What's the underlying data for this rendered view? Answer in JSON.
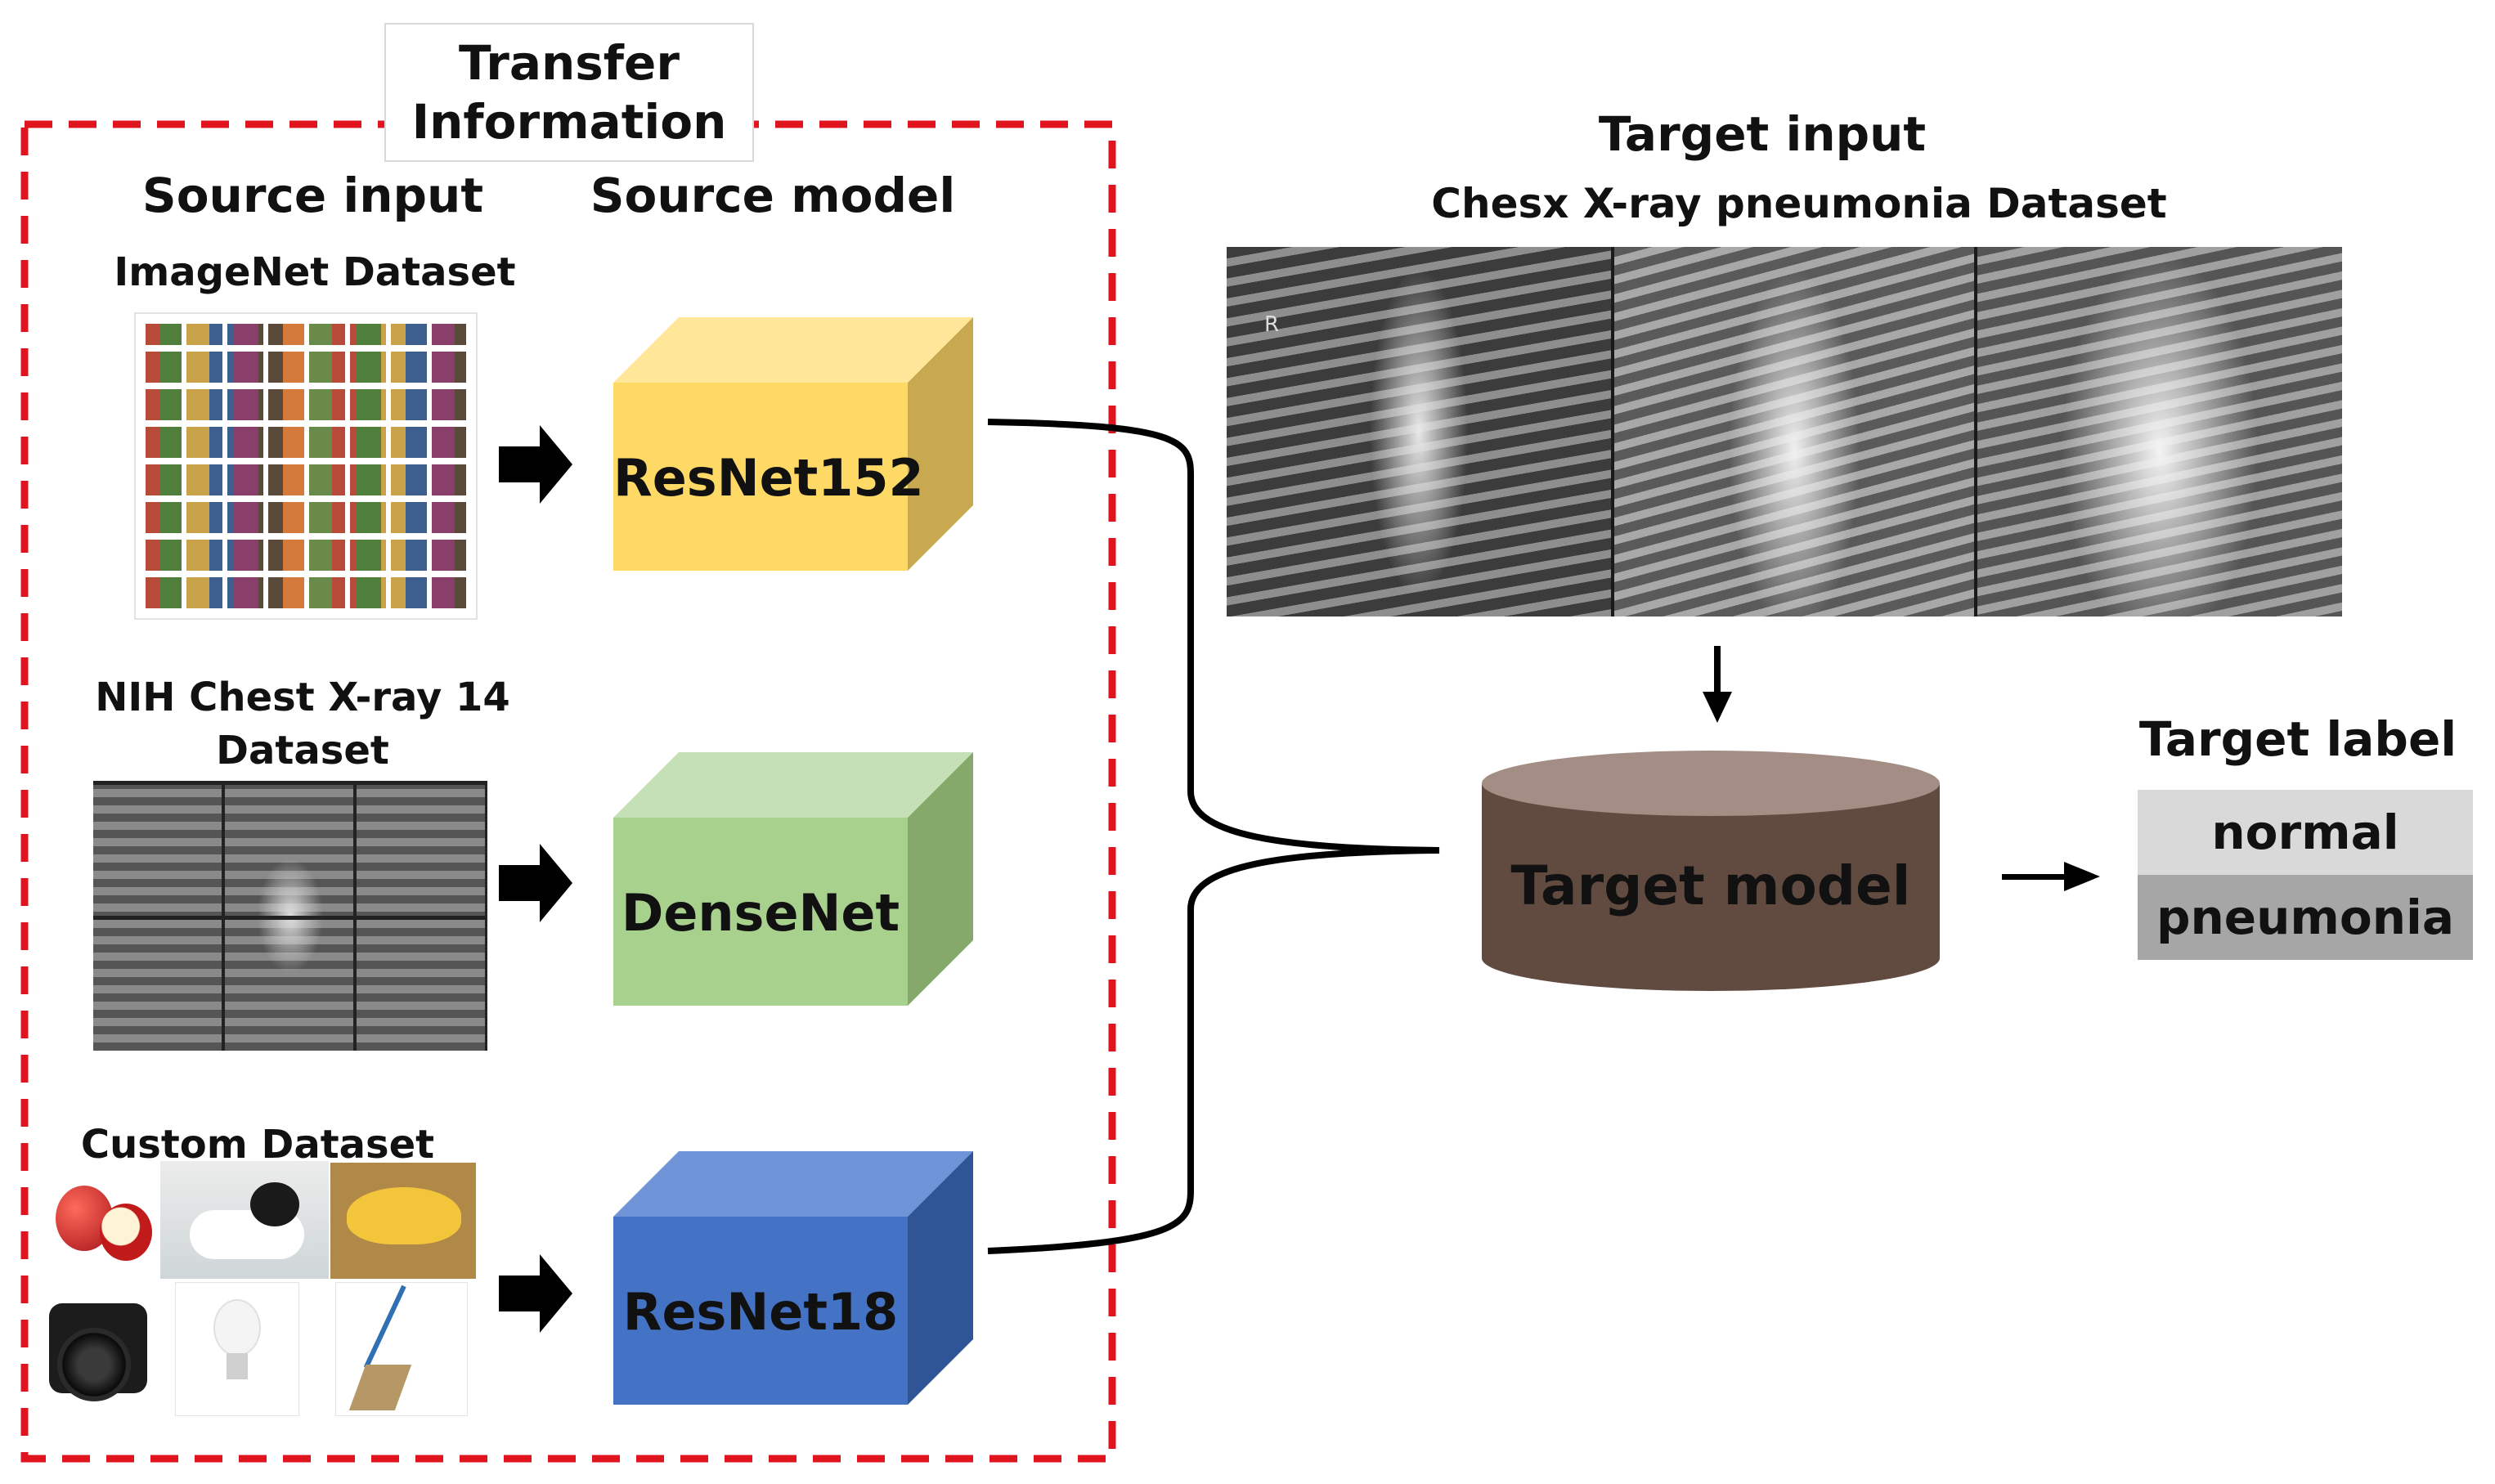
{
  "transfer_info": {
    "line1": "Transfer",
    "line2": "Information"
  },
  "source_input_header": "Source input",
  "source_model_header": "Source model",
  "datasets": [
    {
      "title": "ImageNet Dataset"
    },
    {
      "title_line1": "NIH Chest X-ray 14",
      "title_line2": "Dataset"
    },
    {
      "title": "Custom Dataset"
    }
  ],
  "models": [
    {
      "name": "ResNet152",
      "color": "#FFD966"
    },
    {
      "name": "DenseNet",
      "color": "#A9D18E"
    },
    {
      "name": "ResNet18",
      "color": "#4472C4"
    }
  ],
  "target_input": {
    "title": "Target input",
    "subtitle": "Chesx X-ray pneumonia Dataset",
    "xray_marker": "R"
  },
  "target_model": {
    "name": "Target model",
    "color": "#614A40"
  },
  "target_label": {
    "title": "Target label",
    "classes": [
      "normal",
      "pneumonia"
    ]
  },
  "colors": {
    "dashed_border": "#E0141E",
    "arrow": "#000000"
  }
}
